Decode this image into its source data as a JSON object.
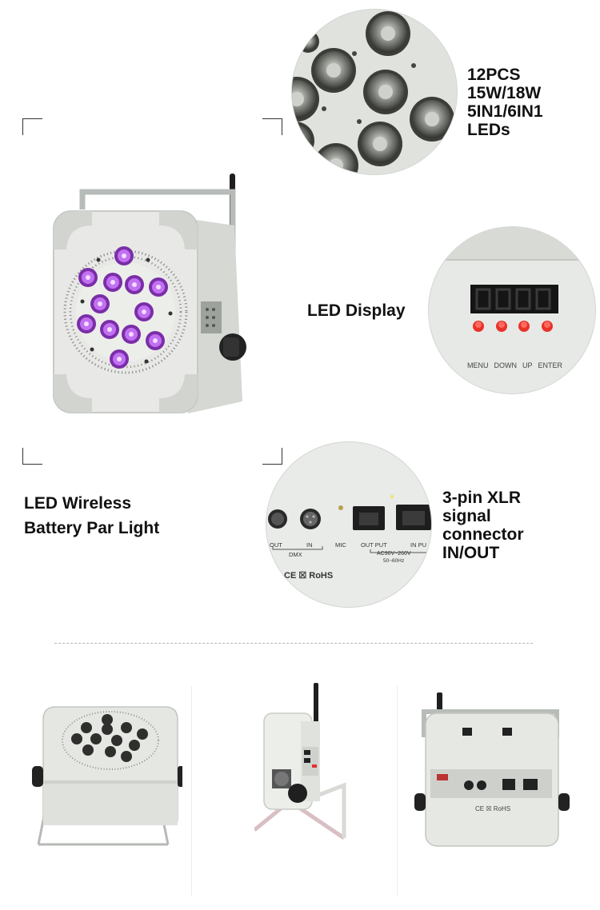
{
  "leds_label": [
    "12PCS",
    "15W/18W",
    "5IN1/6IN1",
    "LEDs"
  ],
  "display_label": "LED Display",
  "display_buttons": [
    "MENU",
    "DOWN",
    "UP",
    "ENTER"
  ],
  "product_name": [
    "LED Wireless",
    "Battery Par Light"
  ],
  "xlr_label": [
    "3-pin XLR",
    "signal",
    "connector",
    "IN/OUT"
  ],
  "rear_panel": {
    "out": "OUT",
    "in": "IN",
    "dmx": "DMX",
    "mic": "MIC",
    "output": "OUT PUT",
    "input": "IN PU",
    "voltage": "AC90V~260V",
    "freq": "50~60Hz",
    "marks": "CE ☒ RoHS"
  },
  "colors": {
    "led_purple": "#a34fd6",
    "body_white": "#ecedea",
    "display_red": "#ff2a2a",
    "button_red": "#e8322a"
  }
}
